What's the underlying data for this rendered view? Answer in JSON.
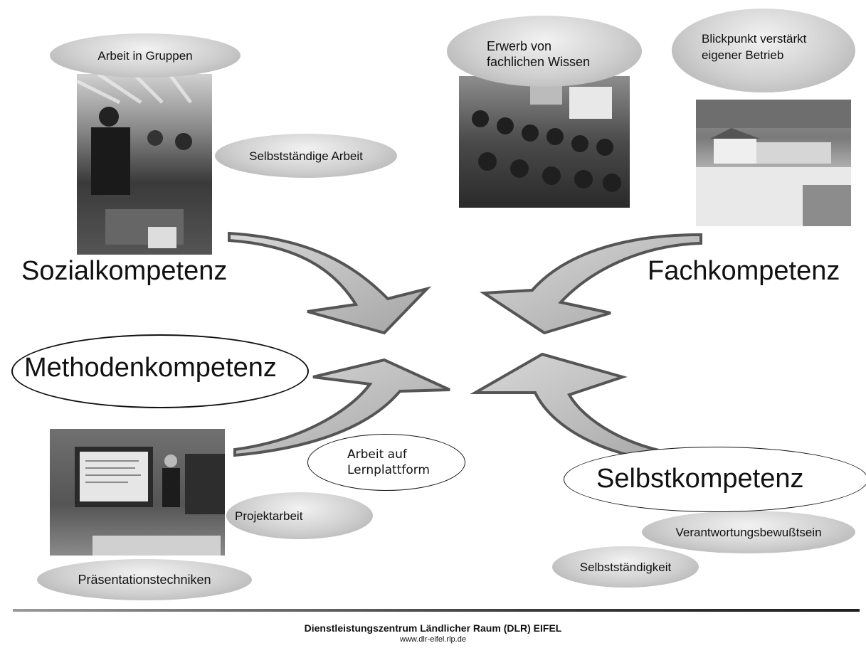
{
  "competencies": {
    "sozial": "Sozialkompetenz",
    "fach": "Fachkompetenz",
    "methoden": "Methodenkompetenz",
    "selbst": "Selbstkompetenz"
  },
  "bubbles": {
    "arbeit_gruppen": "Arbeit in Gruppen",
    "selbststaendige_arbeit": "Selbstständige Arbeit",
    "erwerb_line1": "Erwerb von",
    "erwerb_line2": "fachlichen Wissen",
    "blickpunkt_line1": "Blickpunkt verstärkt",
    "blickpunkt_line2": "eigener Betrieb",
    "lernplattform_line1": "Arbeit auf",
    "lernplattform_line2": "Lernplattform",
    "projektarbeit": "Projektarbeit",
    "praesentation": "Präsentationstechniken",
    "verantwortung": "Verantwortungsbewußtsein",
    "selbststaendigkeit": "Selbstständigkeit"
  },
  "footer": {
    "title": "Dienstleistungszentrum Ländlicher Raum (DLR) EIFEL",
    "url": "www.dlr-eifel.rlp.de"
  },
  "colors": {
    "arrow_fill": "#b8b8b8",
    "arrow_stroke": "#5a5a5a",
    "bubble": "#c8c8c8",
    "rule": "#444444"
  }
}
